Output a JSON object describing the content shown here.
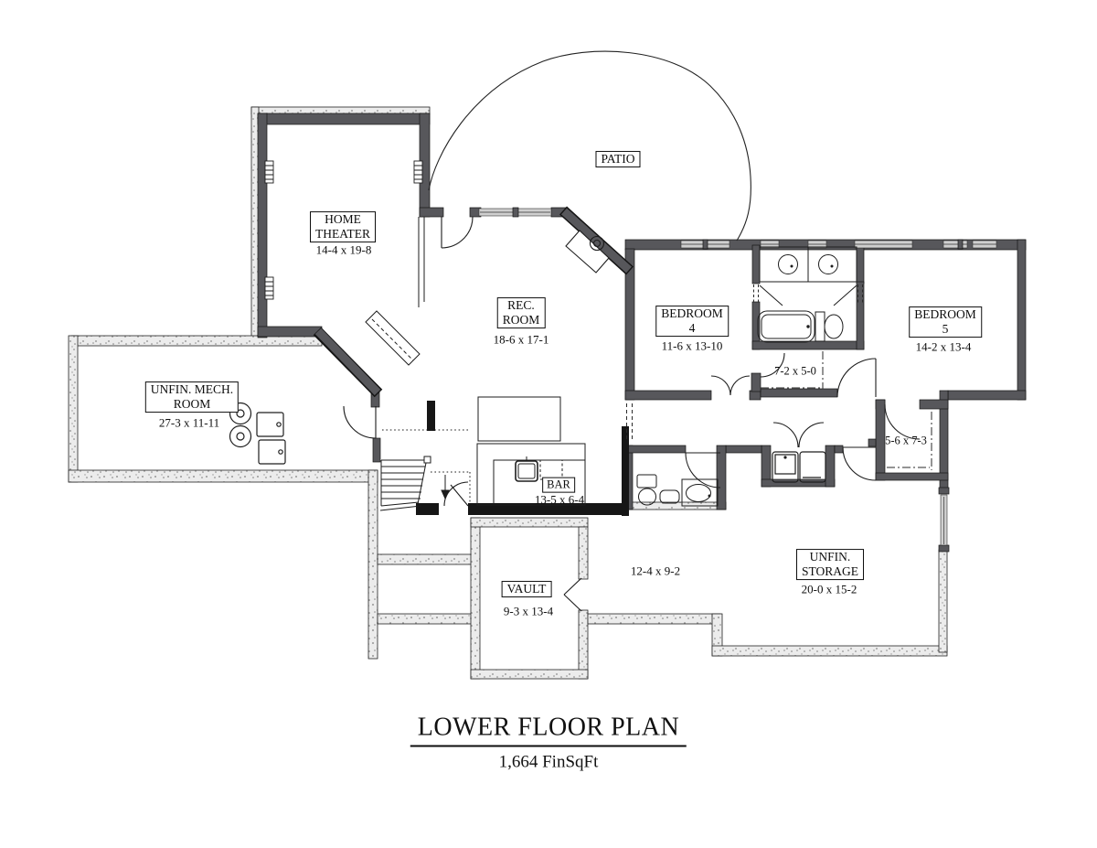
{
  "drawing": {
    "title": "LOWER FLOOR PLAN",
    "subtitle": "1,664 FinSqFt",
    "patio_label": "PATIO",
    "rooms": {
      "home_theater": {
        "line1": "HOME",
        "line2": "THEATER",
        "dims": "14-4 x 19-8"
      },
      "rec_room": {
        "line1": "REC.",
        "line2": "ROOM",
        "dims": "18-6 x 17-1"
      },
      "bedroom_4": {
        "line1": "BEDROOM",
        "line2": "4",
        "dims": "11-6 x 13-10"
      },
      "bedroom_5": {
        "line1": "BEDROOM",
        "line2": "5",
        "dims": "14-2 x 13-4"
      },
      "unfin_mech_room": {
        "line1": "UNFIN. MECH.",
        "line2": "ROOM",
        "dims": "27-3 x 11-11"
      },
      "bar": {
        "line1": "BAR",
        "dims": "13-5 x 6-4"
      },
      "vault": {
        "line1": "VAULT",
        "dims": "9-3 x 13-4"
      },
      "unfin_storage": {
        "line1": "UNFIN.",
        "line2": "STORAGE",
        "dims": "20-0 x 15-2"
      },
      "jack_jill_bath": {
        "dims": "7-2 x 5-0"
      },
      "bedroom5_closet": {
        "dims": "5-6 x 7-3"
      },
      "flex_area": {
        "dims": "12-4 x 9-2"
      }
    }
  }
}
